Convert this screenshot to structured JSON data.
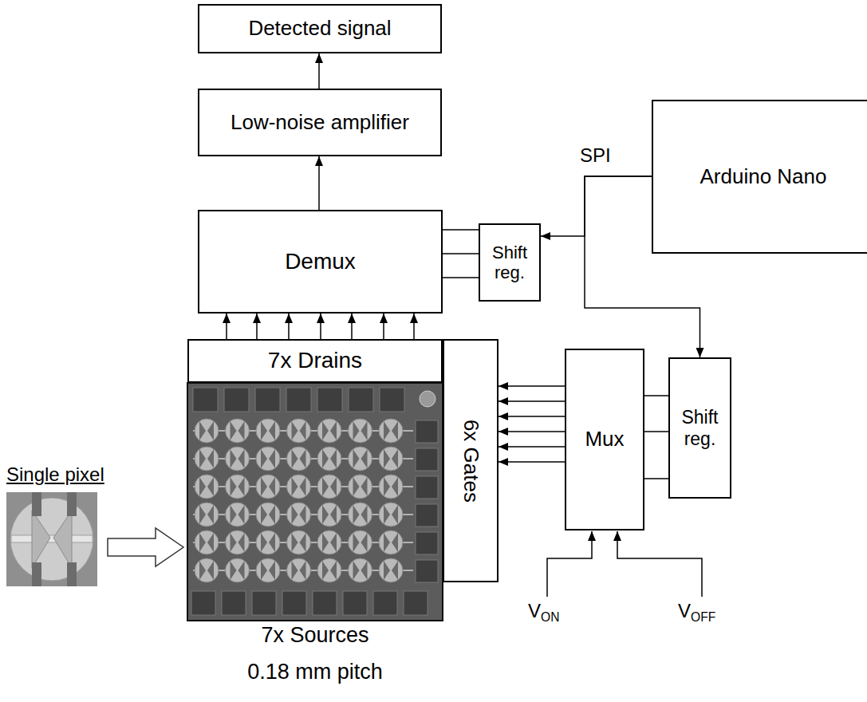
{
  "diagram": {
    "nodes": [
      {
        "text": [
          "Detected signal"
        ]
      },
      {
        "text": [
          "Low-noise amplifier"
        ]
      },
      {
        "text": [
          "Demux"
        ]
      },
      {
        "text": [
          "Shift reg."
        ]
      },
      {
        "text": [
          "Arduino Nano"
        ]
      },
      {
        "text": [
          "7x Drains"
        ]
      },
      {
        "text": [
          "6x Gates"
        ]
      },
      {
        "text": [
          "Mux"
        ]
      },
      {
        "text": [
          "Shift reg."
        ]
      }
    ],
    "edges": [
      {
        "from": 1,
        "to": 0,
        "arrow": "to"
      },
      {
        "from": 2,
        "to": 1,
        "arrow": "to"
      },
      {
        "from": 5,
        "to": 2,
        "arrow": "to"
      },
      {
        "from": 5,
        "to": 2,
        "arrow": "to"
      },
      {
        "from": 5,
        "to": 2,
        "arrow": "to"
      },
      {
        "from": 5,
        "to": 2,
        "arrow": "to"
      },
      {
        "from": 5,
        "to": 2,
        "arrow": "to"
      },
      {
        "from": 5,
        "to": 2,
        "arrow": "to"
      },
      {
        "from": 5,
        "to": 2,
        "arrow": "to"
      },
      {
        "from": 3,
        "to": 2,
        "arrow": "none"
      },
      {
        "from": 3,
        "to": 2,
        "arrow": "none"
      },
      {
        "from": 3,
        "to": 2,
        "arrow": "none"
      },
      {
        "from": 4,
        "to": 3,
        "arrow": "to"
      },
      {
        "from": 4,
        "to": 8,
        "arrow": "to"
      },
      {
        "from": 7,
        "to": 6,
        "arrow": "to"
      },
      {
        "from": 7,
        "to": 6,
        "arrow": "to"
      },
      {
        "from": 7,
        "to": 6,
        "arrow": "to"
      },
      {
        "from": 7,
        "to": 6,
        "arrow": "to"
      },
      {
        "from": 7,
        "to": 6,
        "arrow": "to"
      },
      {
        "from": 7,
        "to": 6,
        "arrow": "to"
      },
      {
        "from": 8,
        "to": 7,
        "arrow": "none"
      },
      {
        "from": 8,
        "to": 7,
        "arrow": "none"
      },
      {
        "from": 8,
        "to": 7,
        "arrow": "none"
      }
    ],
    "labels": [
      "SPI",
      "Single pixel",
      "VON",
      "VOFF",
      "7x Sources",
      "0.18 mm pitch"
    ]
  }
}
